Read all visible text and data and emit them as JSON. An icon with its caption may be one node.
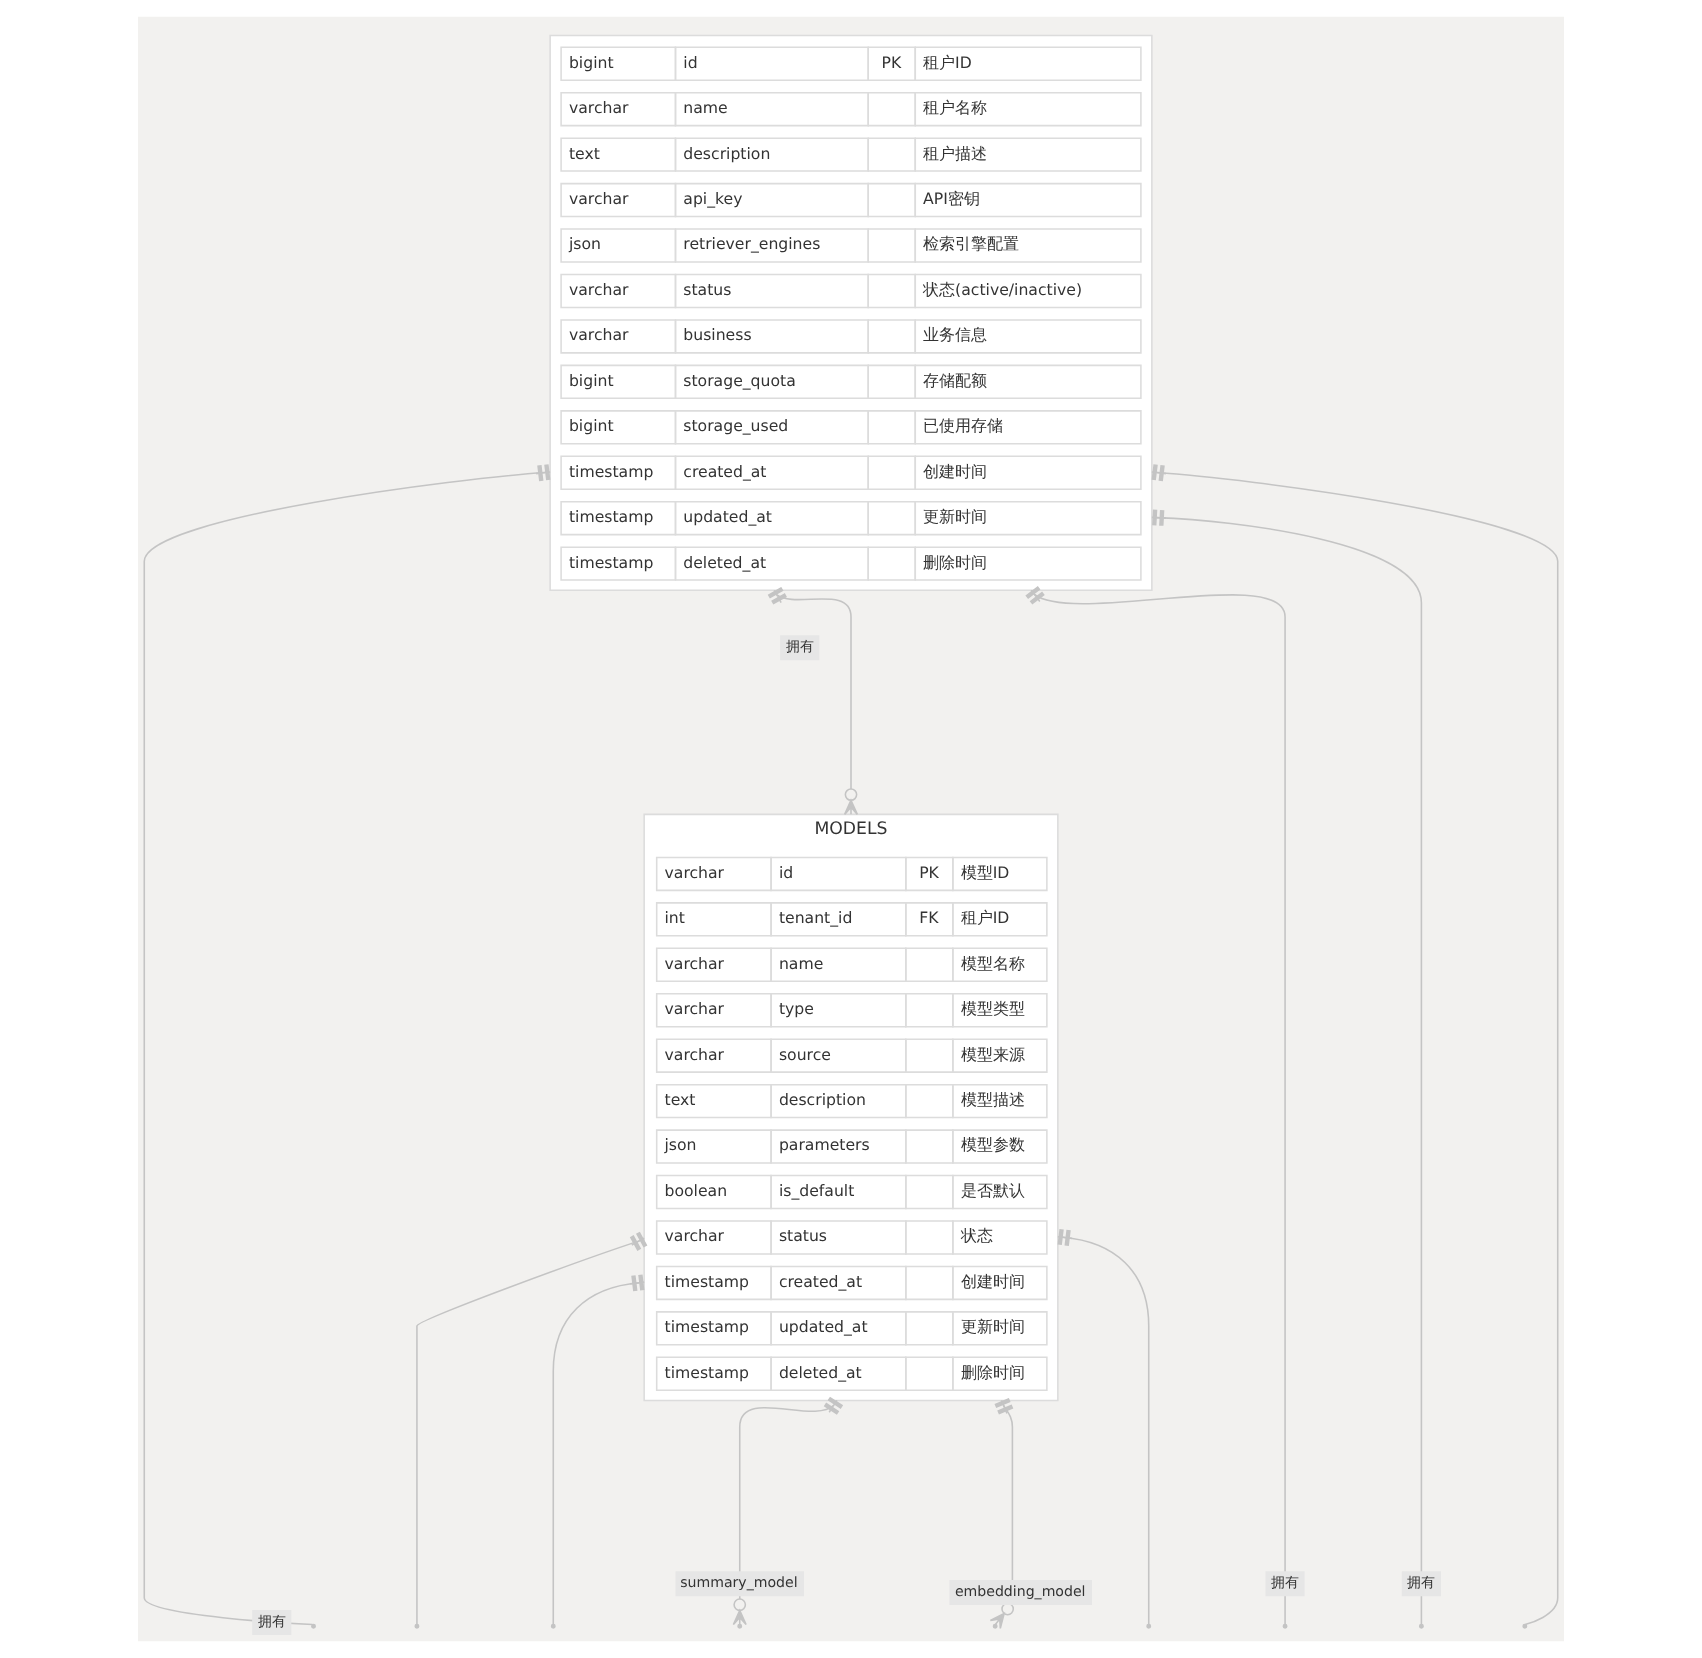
{
  "diagram": {
    "nodes": [
      {
        "text": [],
        "shape": "box"
      },
      {
        "text": [
          "bigint",
          "id",
          "PK",
          "租户ID"
        ],
        "in": 0
      },
      {
        "text": [
          "varchar",
          "name",
          "租户名称"
        ],
        "in": 0
      },
      {
        "text": [
          "text",
          "description",
          "租户描述"
        ],
        "in": 0
      },
      {
        "text": [
          "varchar",
          "api_key",
          "API密钥"
        ],
        "in": 0
      },
      {
        "text": [
          "json",
          "retriever_engines",
          "检索引擎配置"
        ],
        "in": 0
      },
      {
        "text": [
          "varchar",
          "status",
          "状态(active/inactive)"
        ],
        "in": 0
      },
      {
        "text": [
          "varchar",
          "business",
          "业务信息"
        ],
        "in": 0
      },
      {
        "text": [
          "bigint",
          "storage_quota",
          "存储配额"
        ],
        "in": 0
      },
      {
        "text": [
          "bigint",
          "storage_used",
          "已使用存储"
        ],
        "in": 0
      },
      {
        "text": [
          "timestamp",
          "created_at",
          "创建时间"
        ],
        "in": 0
      },
      {
        "text": [
          "timestamp",
          "updated_at",
          "更新时间"
        ],
        "in": 0
      },
      {
        "text": [
          "timestamp",
          "deleted_at",
          "删除时间"
        ],
        "in": 0
      },
      {
        "text": [
          "MODELS"
        ]
      },
      {
        "text": [
          "varchar",
          "id",
          "PK",
          "模型ID"
        ],
        "in": 13
      },
      {
        "text": [
          "int",
          "tenant_id",
          "FK",
          "租户ID"
        ],
        "in": 13
      },
      {
        "text": [
          "varchar",
          "name",
          "模型名称"
        ],
        "in": 13
      },
      {
        "text": [
          "varchar",
          "type",
          "模型类型"
        ],
        "in": 13
      },
      {
        "text": [
          "varchar",
          "source",
          "模型来源"
        ],
        "in": 13
      },
      {
        "text": [
          "text",
          "description",
          "模型描述"
        ],
        "in": 13
      },
      {
        "text": [
          "json",
          "parameters",
          "模型参数"
        ],
        "in": 13
      },
      {
        "text": [
          "boolean",
          "is_default",
          "是否默认"
        ],
        "in": 13
      },
      {
        "text": [
          "varchar",
          "status",
          "状态"
        ],
        "in": 13
      },
      {
        "text": [
          "timestamp",
          "created_at",
          "创建时间"
        ],
        "in": 13
      },
      {
        "text": [
          "timestamp",
          "updated_at",
          "更新时间"
        ],
        "in": 13
      },
      {
        "text": [
          "timestamp",
          "deleted_at",
          "删除时间"
        ],
        "in": 13
      }
    ],
    "edges": [
      {
        "from": 0,
        "to": null,
        "arrow": "other",
        "label": "拥有"
      },
      {
        "from": 0,
        "to": null,
        "arrow": "other"
      },
      {
        "from": 0,
        "to": null,
        "arrow": "other",
        "label": "拥有"
      },
      {
        "from": 0,
        "to": 13,
        "arrow": "other",
        "label": "拥有"
      },
      {
        "from": 0,
        "to": null,
        "arrow": "other",
        "label": "拥有"
      },
      {
        "from": 13,
        "to": null,
        "arrow": "other"
      },
      {
        "from": 13,
        "to": null,
        "arrow": "other"
      },
      {
        "from": 13,
        "to": null,
        "arrow": "other"
      },
      {
        "from": 13,
        "to": null,
        "arrow": "other",
        "label": "summary_model"
      },
      {
        "from": 13,
        "to": null,
        "arrow": "other",
        "label": "embedding_model"
      }
    ]
  }
}
